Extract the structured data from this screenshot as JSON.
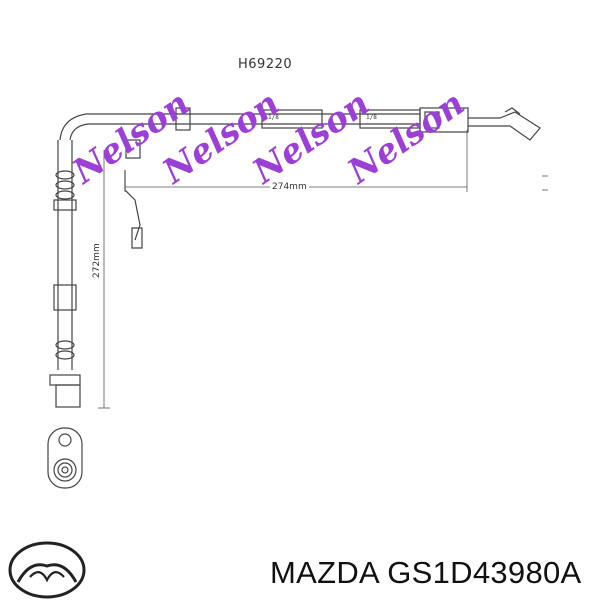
{
  "diagram": {
    "part_code": "H69220",
    "length_horizontal": "274mm",
    "length_vertical": "272mm",
    "fitting_label_1": "1/8",
    "fitting_label_2": "1/8",
    "watermark_text": "Nelson",
    "watermark_color": "#9b3fd6"
  },
  "footer": {
    "brand": "MAZDA",
    "part_number": "GS1D43980A",
    "logo": "mazda-logo-icon"
  }
}
